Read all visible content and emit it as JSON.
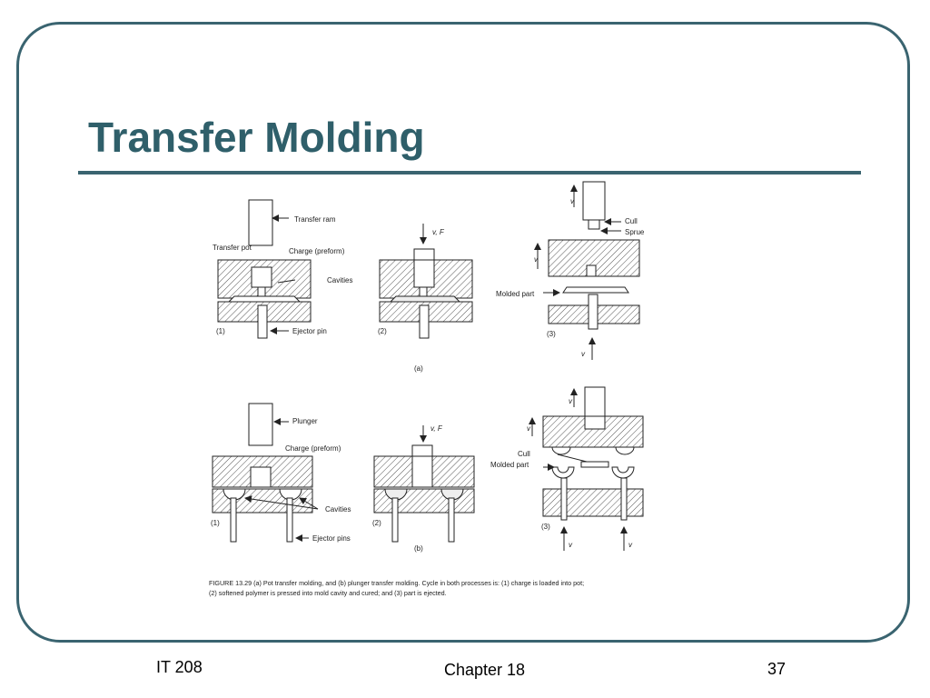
{
  "slide": {
    "title": "Transfer Molding",
    "footer_left": "IT 208",
    "footer_center": "Chapter 18",
    "footer_right": "37",
    "accent_color": "#2f5f6a"
  },
  "figure": {
    "labels_a": {
      "transfer_ram": "Transfer ram",
      "transfer_pot": "Transfer pot",
      "charge": "Charge (preform)",
      "cavities": "Cavities",
      "ejector_pin": "Ejector pin",
      "cull": "Cull",
      "sprue": "Sprue",
      "molded_part": "Molded part",
      "vf": "v, F",
      "v": "v",
      "step1": "(1)",
      "step2": "(2)",
      "step3": "(3)",
      "panel": "(a)"
    },
    "labels_b": {
      "plunger": "Plunger",
      "charge": "Charge (preform)",
      "cavities": "Cavities",
      "ejector_pins": "Ejector pins",
      "cull": "Cull",
      "molded_part": "Molded part",
      "vf": "v, F",
      "v": "v",
      "step1": "(1)",
      "step2": "(2)",
      "step3": "(3)",
      "panel": "(b)"
    },
    "caption_line1": "FIGURE 13.29  (a) Pot transfer molding, and (b) plunger transfer molding. Cycle in both processes is: (1) charge is loaded into pot;",
    "caption_line2": "(2) softened polymer is pressed into mold cavity and cured; and (3) part is ejected."
  }
}
